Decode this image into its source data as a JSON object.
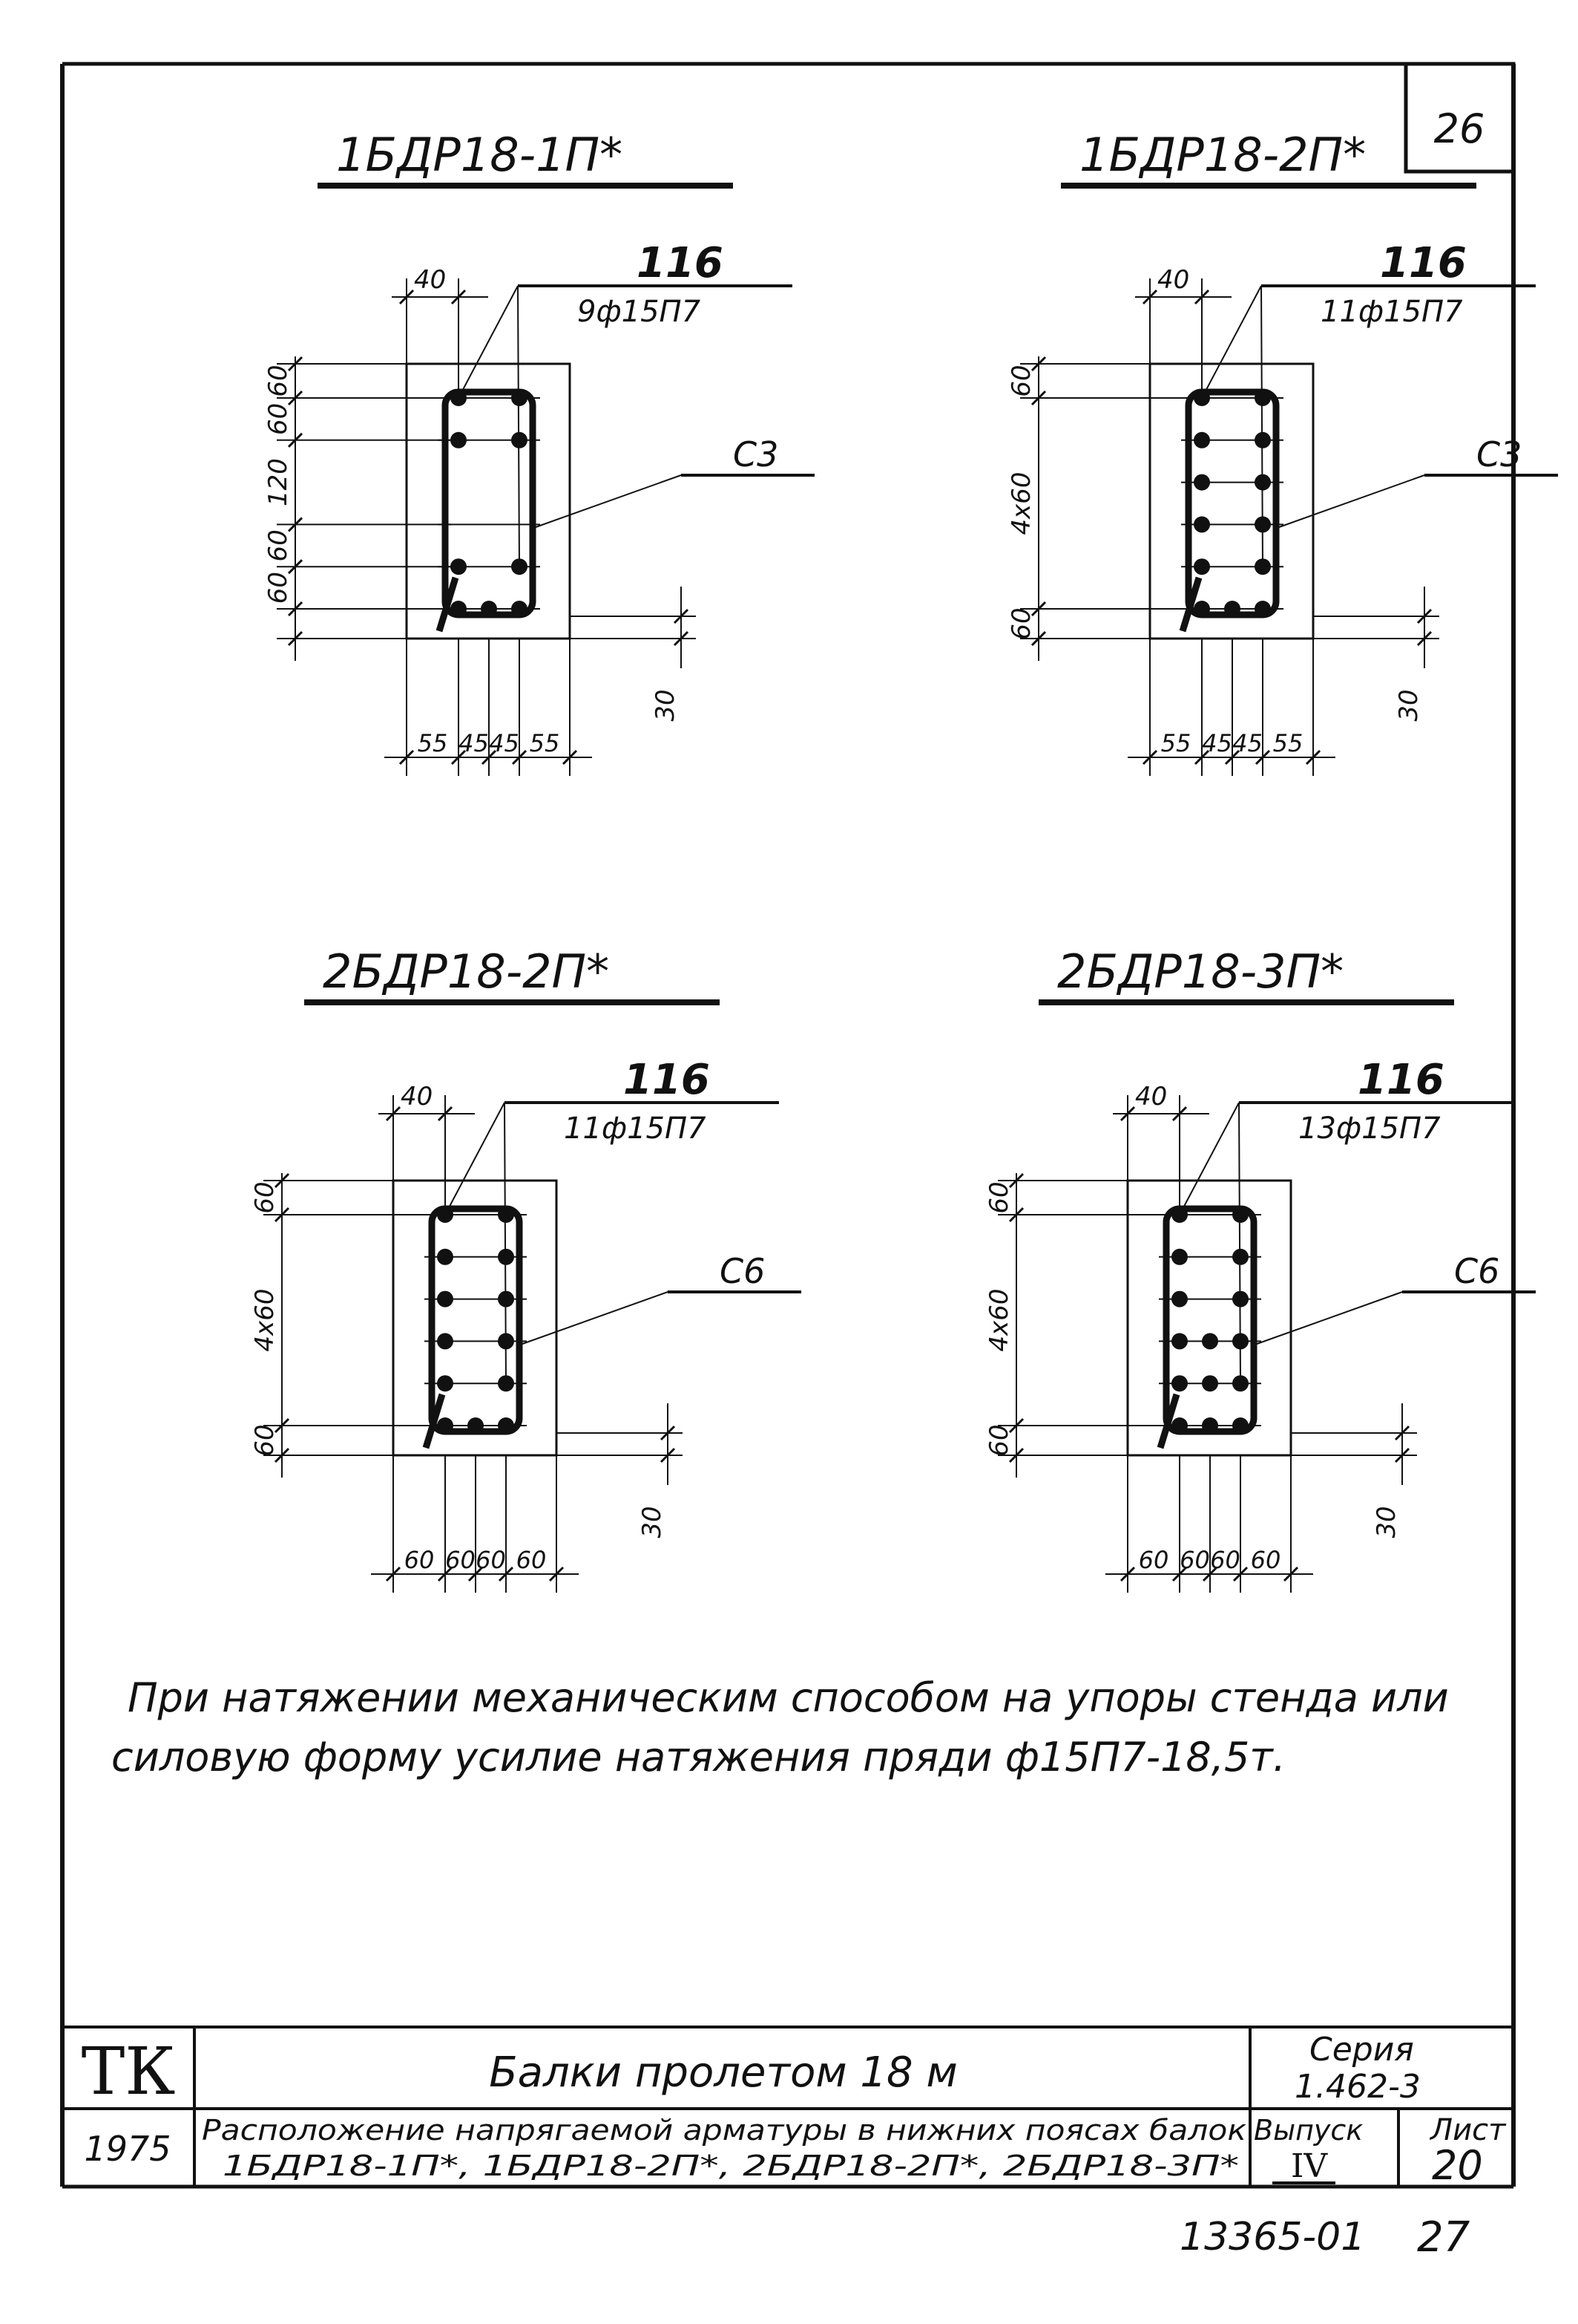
{
  "sheet_number_top": "26",
  "sections": [
    {
      "title": "1БДР18-1П*",
      "rebar_mark": "116",
      "rebar_spec": "9ф15П7",
      "stirrup": "С3",
      "vdims": [
        "60",
        "60",
        "120",
        "60",
        "60"
      ],
      "hdims": [
        "55",
        "45",
        "45",
        "55"
      ],
      "cover": "40",
      "bottom": "30"
    },
    {
      "title": "1БДР18-2П*",
      "rebar_mark": "116",
      "rebar_spec": "11ф15П7",
      "stirrup": "С3",
      "vdims": [
        "60",
        "4x60",
        "60"
      ],
      "hdims": [
        "55",
        "45",
        "45",
        "55"
      ],
      "cover": "40",
      "bottom": "30"
    },
    {
      "title": "2БДР18-2П*",
      "rebar_mark": "116",
      "rebar_spec": "11ф15П7",
      "stirrup": "С6",
      "vdims": [
        "60",
        "4x60",
        "60"
      ],
      "hdims": [
        "60",
        "60",
        "60",
        "60"
      ],
      "cover": "40",
      "bottom": "30"
    },
    {
      "title": "2БДР18-3П*",
      "rebar_mark": "116",
      "rebar_spec": "13ф15П7",
      "stirrup": "С6",
      "vdims": [
        "60",
        "4x60",
        "60"
      ],
      "hdims": [
        "60",
        "60",
        "60",
        "60"
      ],
      "cover": "40",
      "bottom": "30"
    }
  ],
  "note_line1": "При натяжении механическим способом на упоры стенда или",
  "note_line2": "силовую форму усилие натяжения пряди ф15П7-18,5т.",
  "title_block": {
    "org": "ТК",
    "year": "1975",
    "title": "Балки пролетом 18 м",
    "subtitle_line1": "Расположение напрягаемой арматуры в нижних поясах балок",
    "subtitle_line2": "1БДР18-1П*, 1БДР18-2П*, 2БДР18-2П*, 2БДР18-3П*",
    "series_label": "Серия",
    "series_value": "1.462-3",
    "issue_label": "Выпуск",
    "issue_value": "IV",
    "sheet_label": "Лист",
    "sheet_value": "20"
  },
  "footer_code": "13365-01",
  "footer_page": "27"
}
